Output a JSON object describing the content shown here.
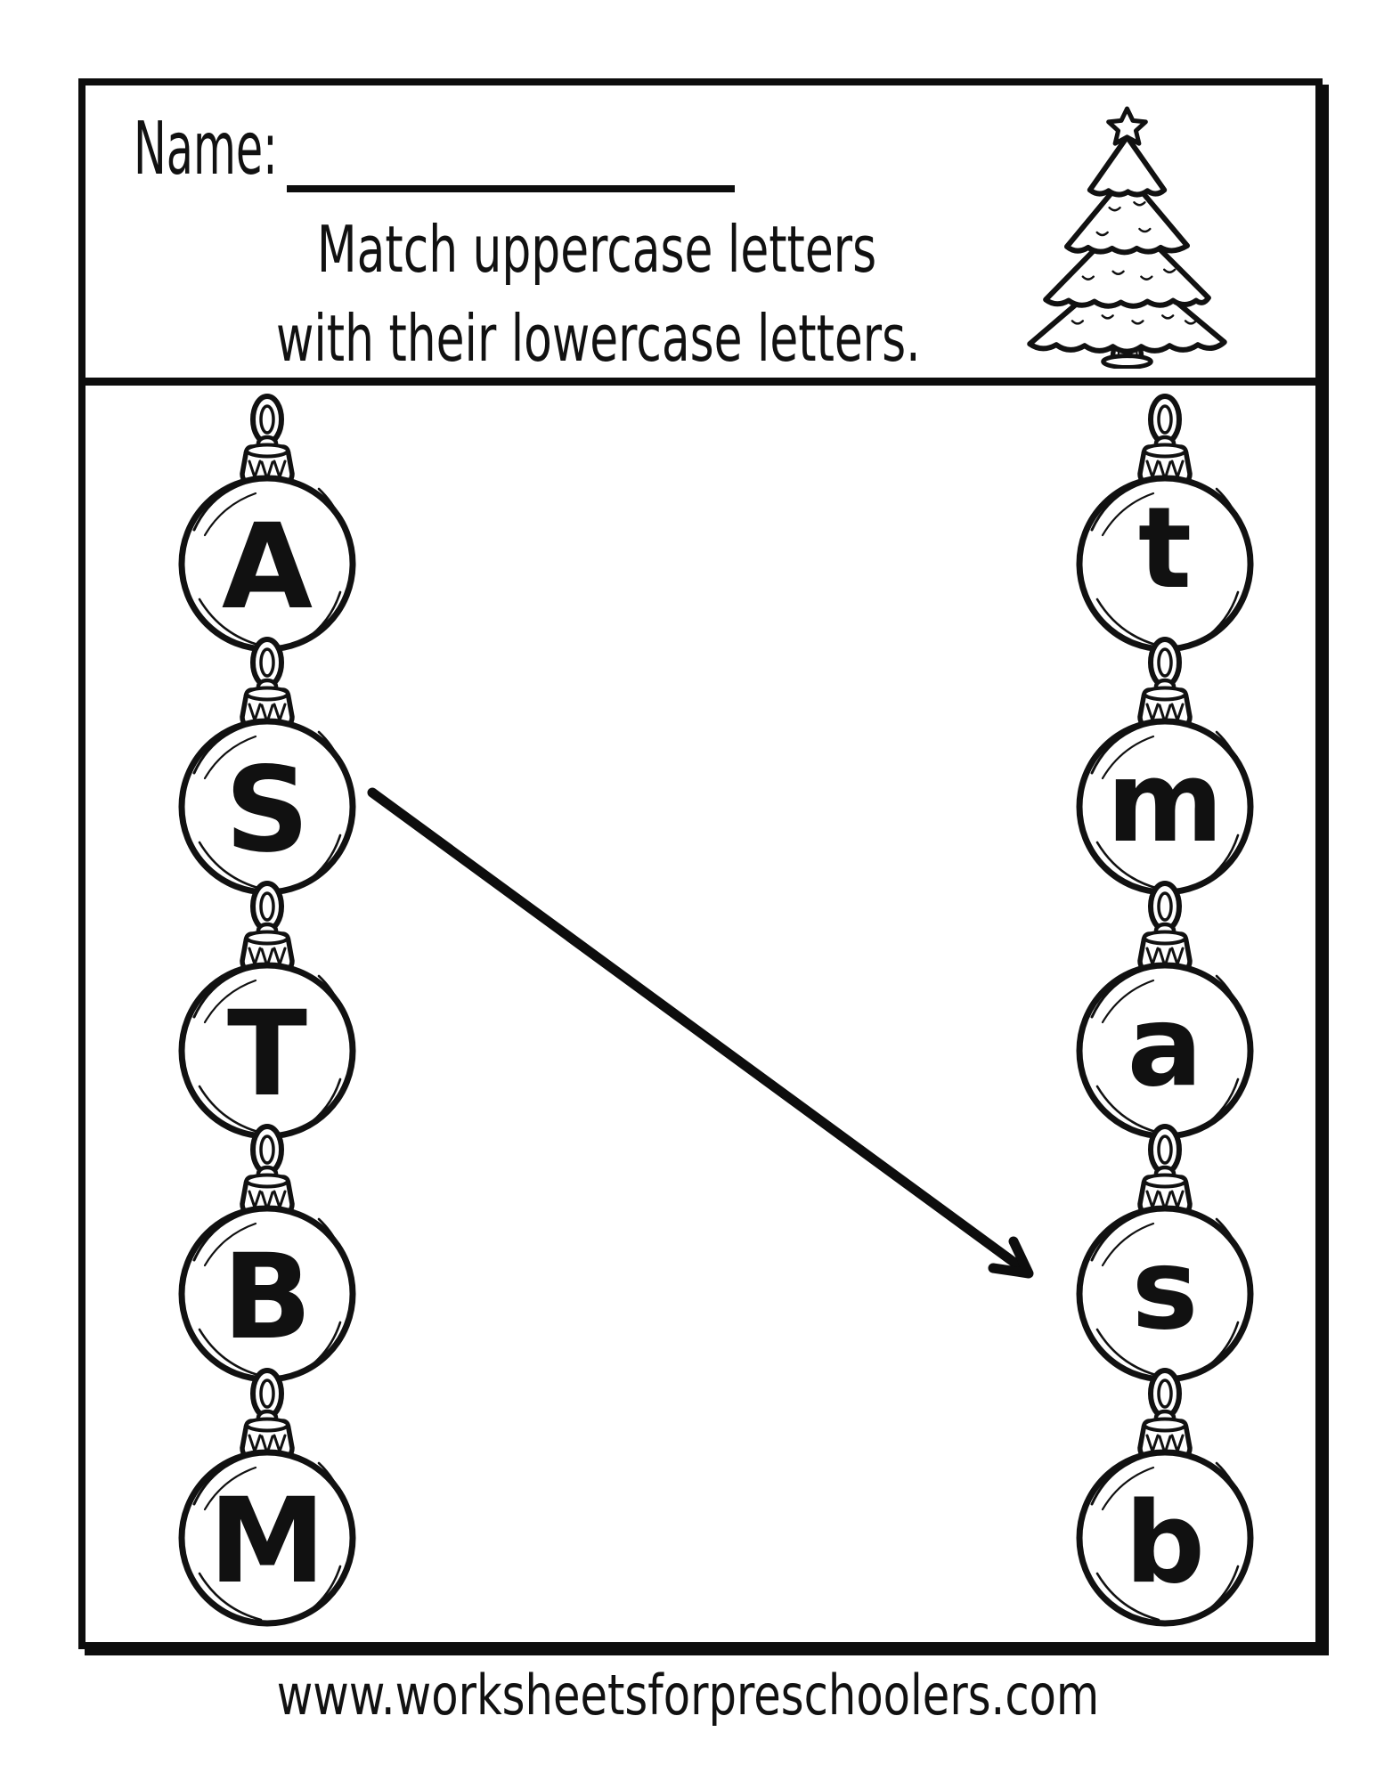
{
  "page": {
    "background": "#ffffff",
    "ink": "#111111"
  },
  "header": {
    "name_label": "Name:",
    "name_value": "",
    "instructions": [
      "Match uppercase letters",
      "with their lowercase letters."
    ]
  },
  "activity": {
    "uppercase_letters": [
      "A",
      "S",
      "T",
      "B",
      "M"
    ],
    "lowercase_letters": [
      "t",
      "m",
      "a",
      "s",
      "b"
    ],
    "example_match": {
      "from": "S",
      "to": "s"
    }
  },
  "icons": {
    "tree": "christmas-tree-icon",
    "ornament": "christmas-ornament-icon",
    "arrow": "match-arrow-icon"
  },
  "footer": {
    "website": "www.worksheetsforpreschoolers.com"
  }
}
